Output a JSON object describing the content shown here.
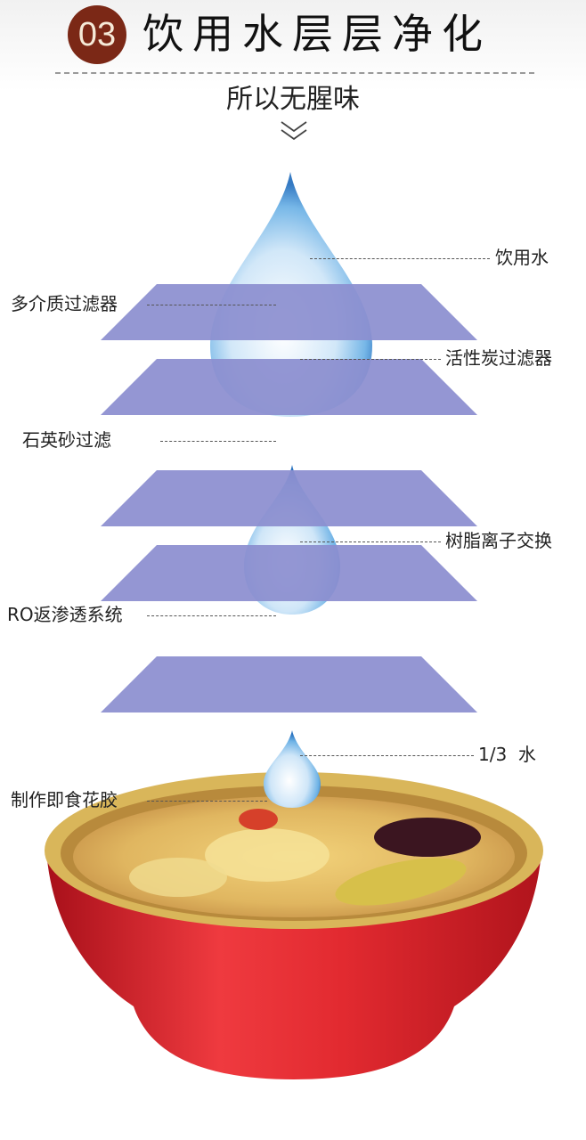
{
  "header": {
    "badge_number": "03",
    "title": "饮用水层层净化",
    "subtitle": "所以无腥味"
  },
  "labels": {
    "drinking_water": "饮用水",
    "multimedia_filter": "多介质过滤器",
    "activated_carbon_filter": "活性炭过滤器",
    "quartz_sand_filter": "石英砂过滤",
    "resin_ion_exchange": "树脂离子交换",
    "ro_reverse_osmosis": "RO返渗透系统",
    "one_third_water": "1/3  水",
    "ready_to_eat_fish_maw": "制作即食花胶"
  },
  "colors": {
    "badge": "#7b2816",
    "filter_layer": "#8c8fd0",
    "bowl_red": "#d8202a",
    "rim_gold": "#d9b65a"
  }
}
